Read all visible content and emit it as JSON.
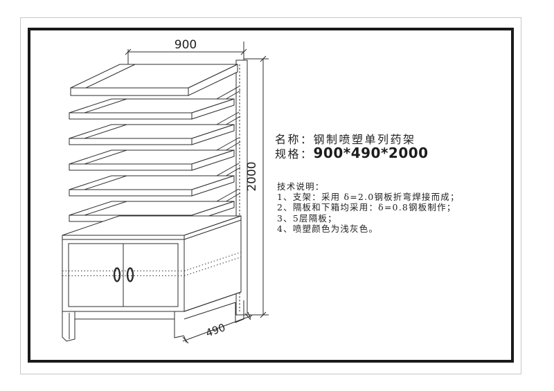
{
  "product": {
    "name": "名称：钢制喷塑单列药架",
    "spec_label": "规格：",
    "spec_value": "900*490*2000"
  },
  "tech_notes": {
    "heading": "技术说明：",
    "items": [
      "1、支架：采用 δ=2.0钢板折弯焊接而成；",
      "2、隔板和下箱均采用：δ=0.8钢板制作；",
      "3、5层隔板；",
      "4、喷塑颜色为浅灰色。"
    ]
  },
  "dimensions": {
    "width": "900",
    "height": "2000",
    "depth": "490"
  },
  "colors": {
    "line": "#2b2b2b",
    "frame": "#1a1a1a",
    "page_edge": "#c6c6c6",
    "background": "#ffffff"
  }
}
